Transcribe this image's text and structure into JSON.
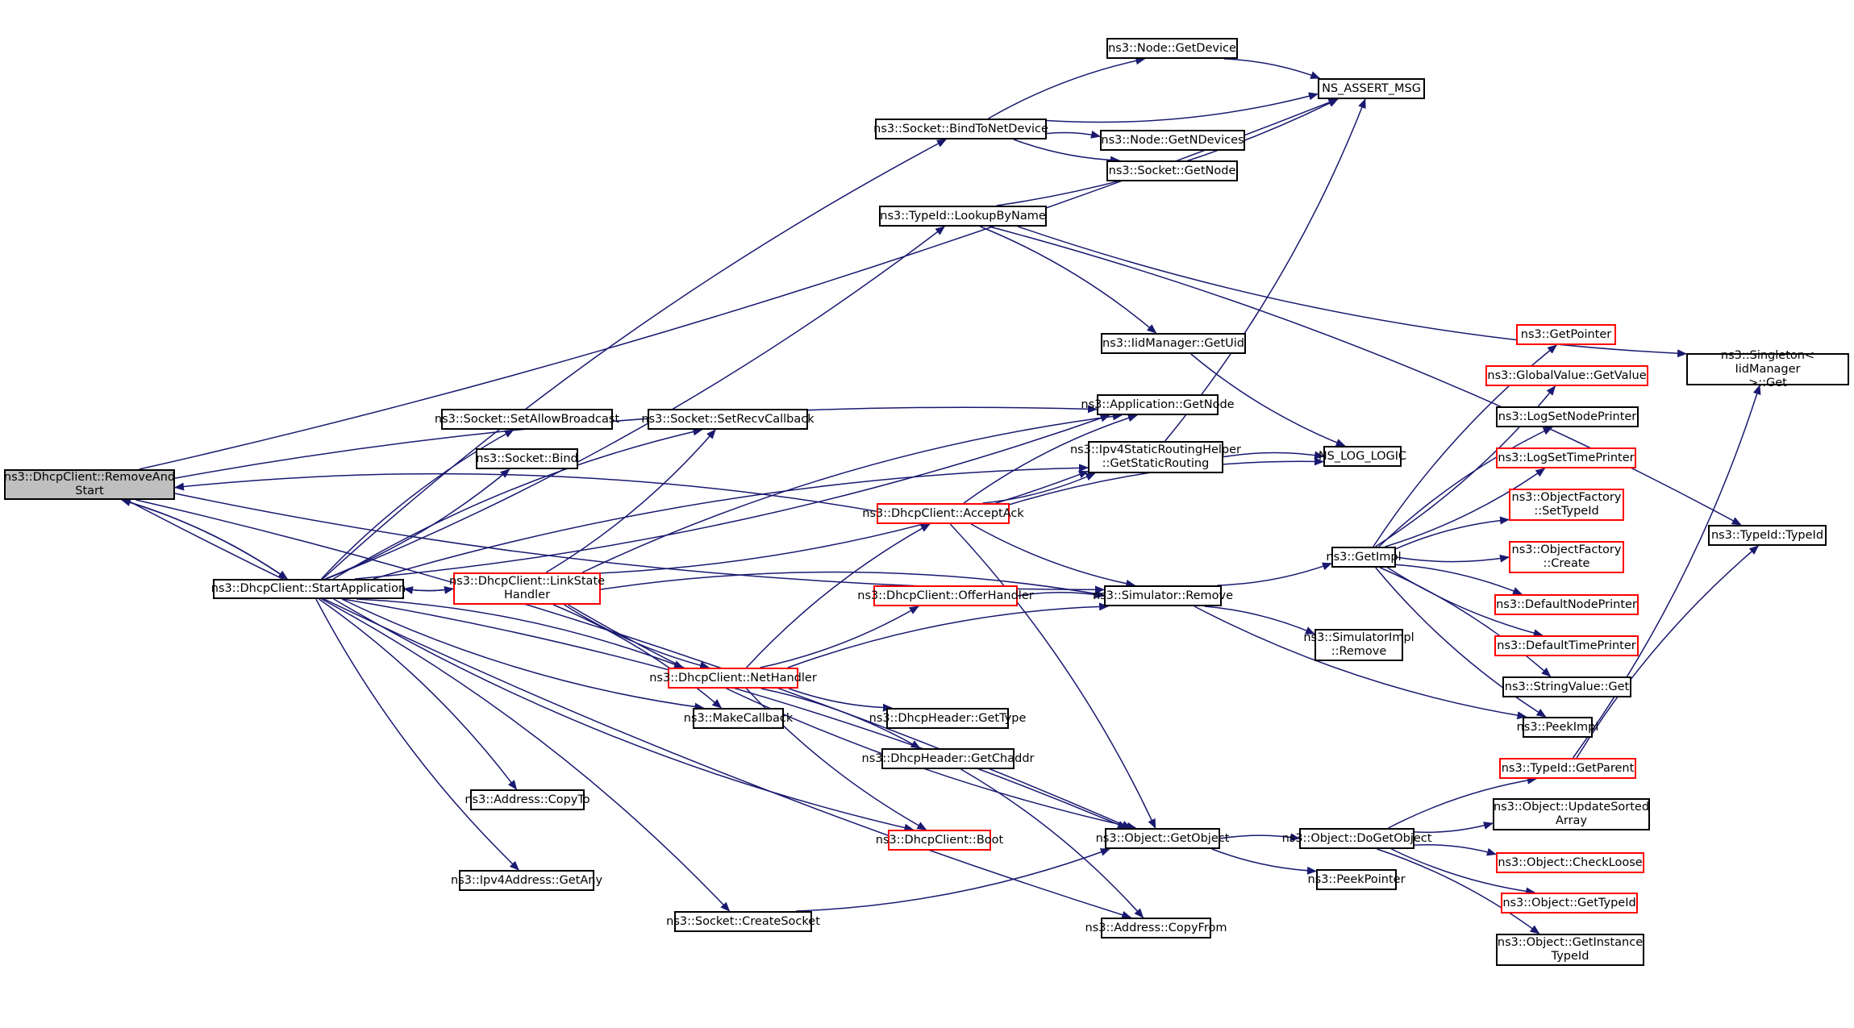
{
  "diagram": {
    "type": "call-graph",
    "edge_color": "#191970",
    "node_border_color": "#000000",
    "truncated_node_border_color": "#ff0000",
    "root_fill_color": "#bfbfbf",
    "nodes": [
      {
        "id": "removeandstart",
        "label": "ns3::DhcpClient::RemoveAnd\nStart",
        "style": "root"
      },
      {
        "id": "startapp",
        "label": "ns3::DhcpClient::StartApplication",
        "style": "normal"
      },
      {
        "id": "bindtonetdevice",
        "label": "ns3::Socket::BindToNetDevice",
        "style": "normal"
      },
      {
        "id": "node_getdevice",
        "label": "ns3::Node::GetDevice",
        "style": "normal"
      },
      {
        "id": "ns_assert_msg",
        "label": "NS_ASSERT_MSG",
        "style": "normal"
      },
      {
        "id": "node_getndevices",
        "label": "ns3::Node::GetNDevices",
        "style": "normal"
      },
      {
        "id": "socket_getnode",
        "label": "ns3::Socket::GetNode",
        "style": "normal"
      },
      {
        "id": "lookupbyname",
        "label": "ns3::TypeId::LookupByName",
        "style": "normal"
      },
      {
        "id": "iid_getuid",
        "label": "ns3::IidManager::GetUid",
        "style": "normal"
      },
      {
        "id": "singleton_get",
        "label": "ns3::Singleton< IidManager\n>::Get",
        "style": "normal"
      },
      {
        "id": "setallowbroadcast",
        "label": "ns3::Socket::SetAllowBroadcast",
        "style": "normal"
      },
      {
        "id": "setrecvcallback",
        "label": "ns3::Socket::SetRecvCallback",
        "style": "normal"
      },
      {
        "id": "socket_bind",
        "label": "ns3::Socket::Bind",
        "style": "normal"
      },
      {
        "id": "app_getnode",
        "label": "ns3::Application::GetNode",
        "style": "normal"
      },
      {
        "id": "getstaticrouting",
        "label": "ns3::Ipv4StaticRoutingHelper\n::GetStaticRouting",
        "style": "normal"
      },
      {
        "id": "ns_log_logic",
        "label": "NS_LOG_LOGIC",
        "style": "normal"
      },
      {
        "id": "acceptack",
        "label": "ns3::DhcpClient::AcceptAck",
        "style": "red"
      },
      {
        "id": "linkstatehandler",
        "label": "ns3::DhcpClient::LinkState\nHandler",
        "style": "red"
      },
      {
        "id": "offerhandler",
        "label": "ns3::DhcpClient::OfferHandler",
        "style": "red"
      },
      {
        "id": "sim_remove",
        "label": "ns3::Simulator::Remove",
        "style": "normal"
      },
      {
        "id": "getimpl",
        "label": "ns3::GetImpl",
        "style": "normal"
      },
      {
        "id": "simimpl_remove",
        "label": "ns3::SimulatorImpl\n::Remove",
        "style": "normal"
      },
      {
        "id": "nethandler",
        "label": "ns3::DhcpClient::NetHandler",
        "style": "red"
      },
      {
        "id": "makecallback",
        "label": "ns3::MakeCallback",
        "style": "normal"
      },
      {
        "id": "dhcpheader_gettype",
        "label": "ns3::DhcpHeader::GetType",
        "style": "normal"
      },
      {
        "id": "dhcpheader_getchaddr",
        "label": "ns3::DhcpHeader::GetChaddr",
        "style": "normal"
      },
      {
        "id": "address_copyto",
        "label": "ns3::Address::CopyTo",
        "style": "normal"
      },
      {
        "id": "dhcpclient_boot",
        "label": "ns3::DhcpClient::Boot",
        "style": "red"
      },
      {
        "id": "object_getobject",
        "label": "ns3::Object::GetObject",
        "style": "normal"
      },
      {
        "id": "ipv4address_getany",
        "label": "ns3::Ipv4Address::GetAny",
        "style": "normal"
      },
      {
        "id": "createsocket",
        "label": "ns3::Socket::CreateSocket",
        "style": "normal"
      },
      {
        "id": "address_copyfrom",
        "label": "ns3::Address::CopyFrom",
        "style": "normal"
      },
      {
        "id": "dogetobject",
        "label": "ns3::Object::DoGetObject",
        "style": "normal"
      },
      {
        "id": "peekpointer",
        "label": "ns3::PeekPointer",
        "style": "normal"
      },
      {
        "id": "getpointer",
        "label": "ns3::GetPointer",
        "style": "red"
      },
      {
        "id": "globalvalue_getvalue",
        "label": "ns3::GlobalValue::GetValue",
        "style": "red"
      },
      {
        "id": "logsetnodeprinter",
        "label": "ns3::LogSetNodePrinter",
        "style": "normal"
      },
      {
        "id": "logsettimeprinter",
        "label": "ns3::LogSetTimePrinter",
        "style": "red"
      },
      {
        "id": "of_settypeid",
        "label": "ns3::ObjectFactory\n::SetTypeId",
        "style": "red"
      },
      {
        "id": "of_create",
        "label": "ns3::ObjectFactory\n::Create",
        "style": "red"
      },
      {
        "id": "defaultnodeprinter",
        "label": "ns3::DefaultNodePrinter",
        "style": "red"
      },
      {
        "id": "defaulttimeprinter",
        "label": "ns3::DefaultTimePrinter",
        "style": "red"
      },
      {
        "id": "stringvalue_get",
        "label": "ns3::StringValue::Get",
        "style": "normal"
      },
      {
        "id": "peekimpl",
        "label": "ns3::PeekImpl",
        "style": "normal"
      },
      {
        "id": "typeid_typeid",
        "label": "ns3::TypeId::TypeId",
        "style": "normal"
      },
      {
        "id": "typeid_getparent",
        "label": "ns3::TypeId::GetParent",
        "style": "red"
      },
      {
        "id": "updatesortedarray",
        "label": "ns3::Object::UpdateSorted\nArray",
        "style": "normal"
      },
      {
        "id": "checkloose",
        "label": "ns3::Object::CheckLoose",
        "style": "red"
      },
      {
        "id": "object_gettypeid",
        "label": "ns3::Object::GetTypeId",
        "style": "red"
      },
      {
        "id": "getinstancetypeid",
        "label": "ns3::Object::GetInstance\nTypeId",
        "style": "normal"
      }
    ],
    "edges": [
      [
        "removeandstart",
        "startapp"
      ],
      [
        "removeandstart",
        "ns_assert_msg"
      ],
      [
        "removeandstart",
        "app_getnode"
      ],
      [
        "removeandstart",
        "sim_remove"
      ],
      [
        "removeandstart",
        "object_getobject"
      ],
      [
        "removeandstart",
        "address_copyfrom"
      ],
      [
        "startapp",
        "bindtonetdevice"
      ],
      [
        "startapp",
        "lookupbyname"
      ],
      [
        "startapp",
        "setallowbroadcast"
      ],
      [
        "startapp",
        "socket_bind"
      ],
      [
        "startapp",
        "setrecvcallback"
      ],
      [
        "startapp",
        "app_getnode"
      ],
      [
        "startapp",
        "getstaticrouting"
      ],
      [
        "startapp",
        "linkstatehandler"
      ],
      [
        "startapp",
        "nethandler"
      ],
      [
        "startapp",
        "makecallback"
      ],
      [
        "startapp",
        "address_copyto"
      ],
      [
        "startapp",
        "dhcpclient_boot"
      ],
      [
        "startapp",
        "object_getobject"
      ],
      [
        "startapp",
        "ipv4address_getany"
      ],
      [
        "startapp",
        "createsocket"
      ],
      [
        "startapp",
        "removeandstart"
      ],
      [
        "bindtonetdevice",
        "node_getdevice"
      ],
      [
        "bindtonetdevice",
        "ns_assert_msg"
      ],
      [
        "bindtonetdevice",
        "node_getndevices"
      ],
      [
        "bindtonetdevice",
        "socket_getnode"
      ],
      [
        "node_getdevice",
        "ns_assert_msg"
      ],
      [
        "lookupbyname",
        "ns_assert_msg"
      ],
      [
        "lookupbyname",
        "iid_getuid"
      ],
      [
        "lookupbyname",
        "singleton_get"
      ],
      [
        "lookupbyname",
        "typeid_typeid"
      ],
      [
        "iid_getuid",
        "ns_log_logic"
      ],
      [
        "getstaticrouting",
        "ns_log_logic"
      ],
      [
        "getstaticrouting",
        "ns_assert_msg"
      ],
      [
        "linkstatehandler",
        "startapp"
      ],
      [
        "linkstatehandler",
        "setrecvcallback"
      ],
      [
        "linkstatehandler",
        "app_getnode"
      ],
      [
        "linkstatehandler",
        "getstaticrouting"
      ],
      [
        "linkstatehandler",
        "sim_remove"
      ],
      [
        "linkstatehandler",
        "nethandler"
      ],
      [
        "linkstatehandler",
        "makecallback"
      ],
      [
        "linkstatehandler",
        "object_getobject"
      ],
      [
        "acceptack",
        "app_getnode"
      ],
      [
        "acceptack",
        "getstaticrouting"
      ],
      [
        "acceptack",
        "ns_log_logic"
      ],
      [
        "acceptack",
        "sim_remove"
      ],
      [
        "acceptack",
        "object_getobject"
      ],
      [
        "acceptack",
        "removeandstart"
      ],
      [
        "nethandler",
        "acceptack"
      ],
      [
        "nethandler",
        "offerhandler"
      ],
      [
        "nethandler",
        "sim_remove"
      ],
      [
        "nethandler",
        "dhcpheader_gettype"
      ],
      [
        "nethandler",
        "dhcpheader_getchaddr"
      ],
      [
        "nethandler",
        "dhcpclient_boot"
      ],
      [
        "offerhandler",
        "sim_remove"
      ],
      [
        "sim_remove",
        "getimpl"
      ],
      [
        "sim_remove",
        "simimpl_remove"
      ],
      [
        "sim_remove",
        "peekimpl"
      ],
      [
        "getimpl",
        "getpointer"
      ],
      [
        "getimpl",
        "globalvalue_getvalue"
      ],
      [
        "getimpl",
        "logsetnodeprinter"
      ],
      [
        "getimpl",
        "logsettimeprinter"
      ],
      [
        "getimpl",
        "of_settypeid"
      ],
      [
        "getimpl",
        "of_create"
      ],
      [
        "getimpl",
        "defaultnodeprinter"
      ],
      [
        "getimpl",
        "defaulttimeprinter"
      ],
      [
        "getimpl",
        "stringvalue_get"
      ],
      [
        "getimpl",
        "peekimpl"
      ],
      [
        "dhcpheader_getchaddr",
        "address_copyfrom"
      ],
      [
        "createsocket",
        "object_getobject"
      ],
      [
        "object_getobject",
        "dogetobject"
      ],
      [
        "object_getobject",
        "peekpointer"
      ],
      [
        "dogetobject",
        "typeid_getparent"
      ],
      [
        "dogetobject",
        "updatesortedarray"
      ],
      [
        "dogetobject",
        "checkloose"
      ],
      [
        "dogetobject",
        "object_gettypeid"
      ],
      [
        "dogetobject",
        "getinstancetypeid"
      ],
      [
        "typeid_getparent",
        "singleton_get"
      ],
      [
        "typeid_getparent",
        "typeid_typeid"
      ]
    ]
  }
}
